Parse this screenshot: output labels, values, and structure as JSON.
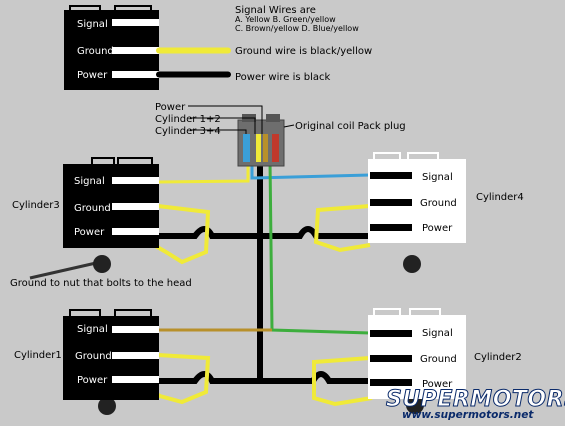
{
  "legend": {
    "connector": {
      "signal": "Signal",
      "ground": "Ground",
      "power": "Power"
    },
    "signal_title": "Signal Wires are",
    "signal_line1": "A. Yellow B. Green/yellow",
    "signal_line2": "C. Brown/yellow D. Blue/yellow",
    "ground_desc": "Ground wire is black/yellow",
    "power_desc": "Power wire is black"
  },
  "plug": {
    "label_power": "Power",
    "label_cyl12": "Cylinder 1+2",
    "label_cyl34": "Cylinder 3+4",
    "title": "Original coil Pack plug"
  },
  "coils": {
    "cyl3": {
      "name": "Cylinder3",
      "signal": "Signal",
      "ground": "Ground",
      "power": "Power"
    },
    "cyl4": {
      "name": "Cylinder4",
      "signal": "Signal",
      "ground": "Ground",
      "power": "Power"
    },
    "cyl1": {
      "name": "Cylinder1",
      "signal": "Signal",
      "ground": "Ground",
      "power": "Power"
    },
    "cyl2": {
      "name": "Cylinder2",
      "signal": "Signal",
      "ground": "Ground",
      "power": "Power"
    }
  },
  "ground_note": "Ground to nut that bolts to the head",
  "watermark": {
    "brand": "SUPERMOTORS",
    "url": "www.supermotors.net"
  },
  "colors": {
    "yellow": "#f0ea38",
    "green": "#3dae3d",
    "brown": "#b8902a",
    "blue": "#3a9fd8",
    "black": "#000000",
    "red": "#c0392b",
    "background": "#c9c9c9"
  }
}
